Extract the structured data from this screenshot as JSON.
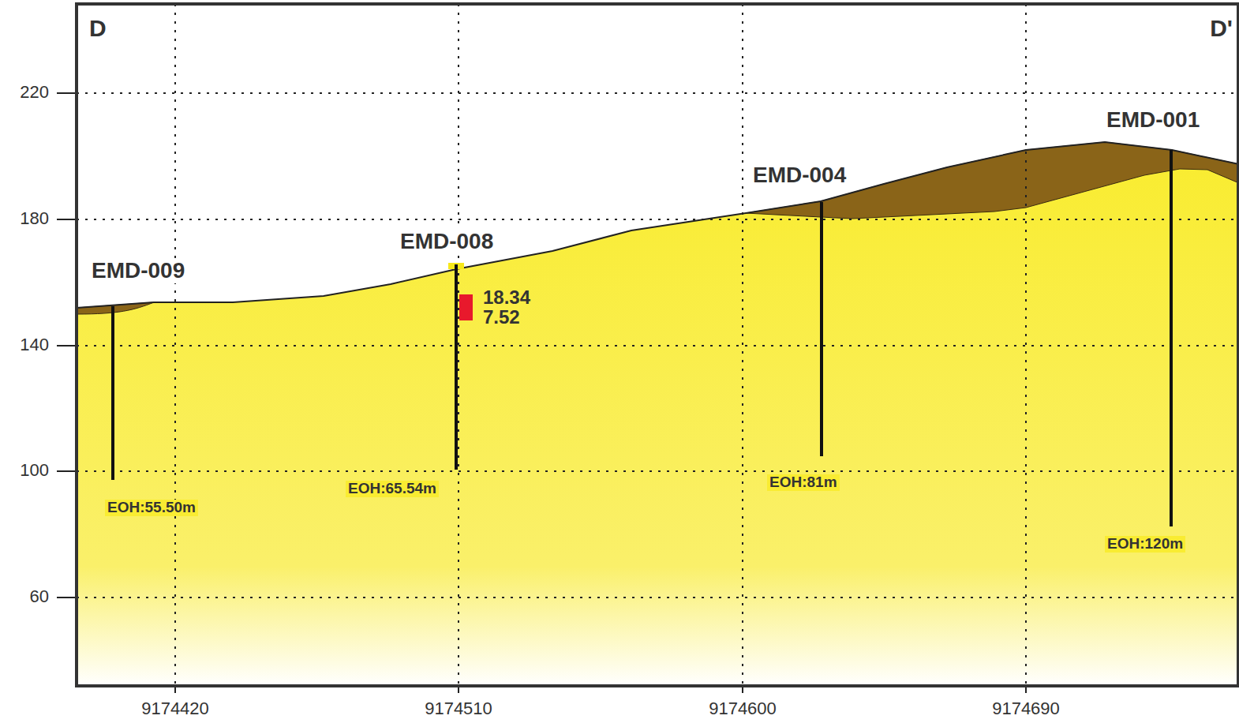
{
  "diagram": {
    "labels": [
      "D",
      "D'",
      "220",
      "180",
      "140",
      "100",
      "60",
      "EMD-009",
      "EMD-008",
      "EMD-004",
      "EMD-001",
      "18.34",
      "7.52",
      "EOH:55.50m",
      "EOH:65.54m",
      "EOH:81m",
      "EOH:120m",
      "9174420",
      "9174510",
      "9174600",
      "9174690"
    ]
  }
}
